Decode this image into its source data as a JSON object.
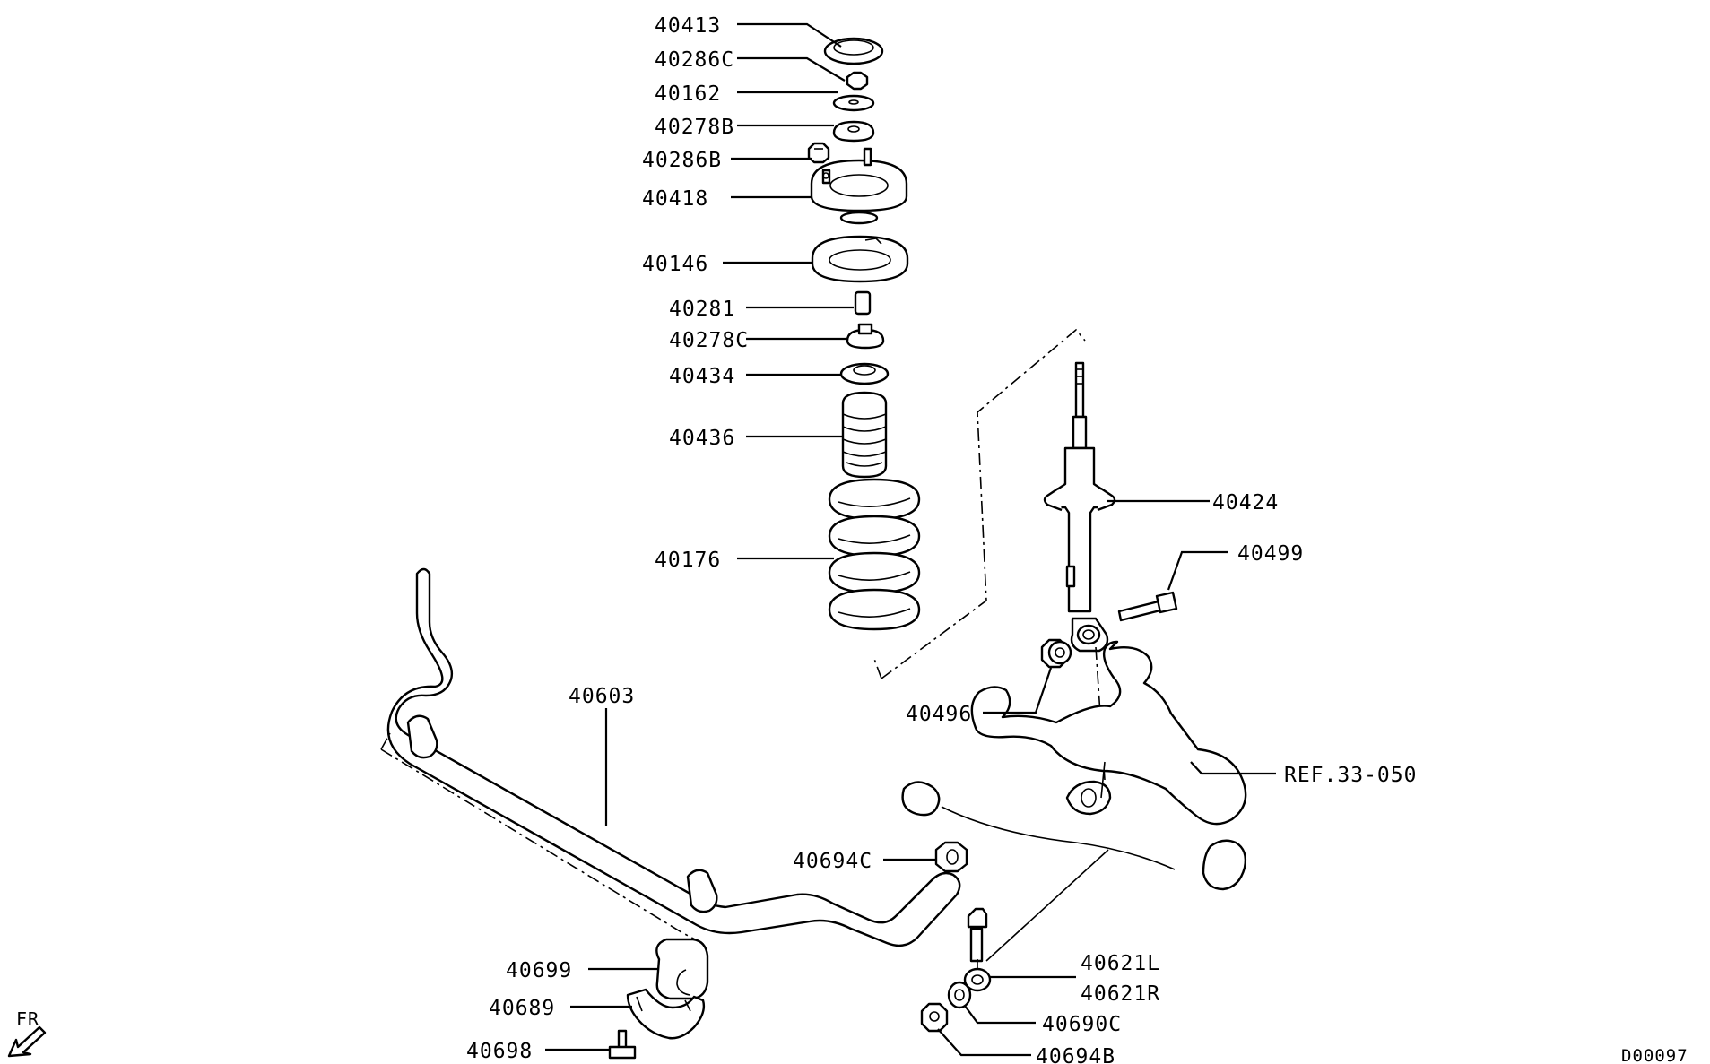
{
  "diagram": {
    "labels": {
      "p40413": "40413",
      "p40286C": "40286C",
      "p40162": "40162",
      "p40278B": "40278B",
      "p40286B": "40286B",
      "p40418": "40418",
      "p40146": "40146",
      "p40281": "40281",
      "p40278C": "40278C",
      "p40434": "40434",
      "p40436": "40436",
      "p40176": "40176",
      "p40424": "40424",
      "p40499": "40499",
      "p40496": "40496",
      "p40603": "40603",
      "ref": "REF.33-050",
      "p40694C": "40694C",
      "p40621L": "40621L",
      "p40621R": "40621R",
      "p40699": "40699",
      "p40689": "40689",
      "p40690C": "40690C",
      "p40698": "40698",
      "p40694B": "40694B"
    },
    "direction": "FR",
    "drawing_code": "D00097"
  }
}
